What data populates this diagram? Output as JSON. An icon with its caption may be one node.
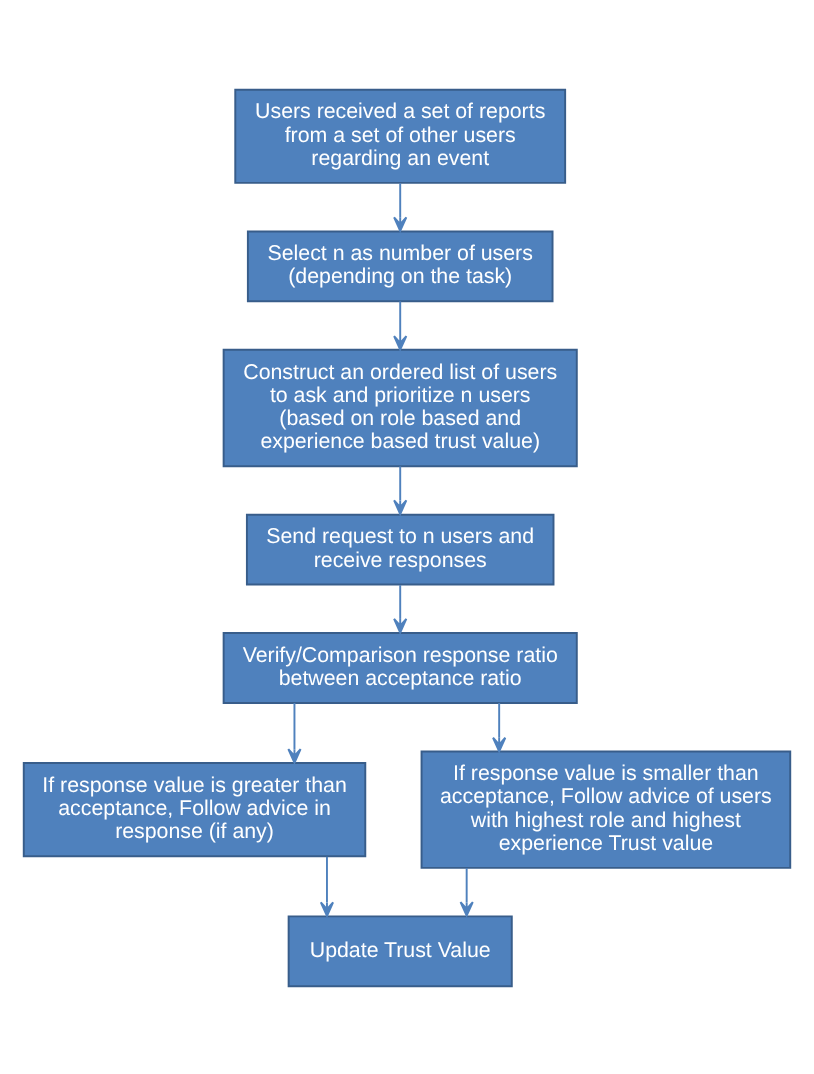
{
  "diagram": {
    "nodes": [
      {
        "text": [
          "Users received a set of reports from a set of other users regarding an event"
        ]
      },
      {
        "text": [
          "Select n as number of users (depending on the task)"
        ]
      },
      {
        "text": [
          "Construct an ordered list of users to ask and prioritize n users (based on role based and experience based trust value)"
        ]
      },
      {
        "text": [
          "Send request to n users and receive responses"
        ]
      },
      {
        "text": [
          "Verify/Comparison response ratio between acceptance ratio"
        ]
      },
      {
        "text": [
          "If response value is greater than acceptance, Follow advice in response (if any)"
        ]
      },
      {
        "text": [
          "If response value is smaller than acceptance, Follow advice of users with highest role and highest experience Trust value"
        ]
      },
      {
        "text": [
          "Update Trust Value"
        ]
      }
    ],
    "edges": [
      {
        "from": 0,
        "to": 1,
        "arrow": "to"
      },
      {
        "from": 1,
        "to": 2,
        "arrow": "to"
      },
      {
        "from": 2,
        "to": 3,
        "arrow": "to"
      },
      {
        "from": 3,
        "to": 4,
        "arrow": "to"
      },
      {
        "from": 4,
        "to": 5,
        "arrow": "to"
      },
      {
        "from": 4,
        "to": 6,
        "arrow": "to"
      },
      {
        "from": 5,
        "to": 7,
        "arrow": "to"
      },
      {
        "from": 6,
        "to": 7,
        "arrow": "to"
      }
    ]
  }
}
